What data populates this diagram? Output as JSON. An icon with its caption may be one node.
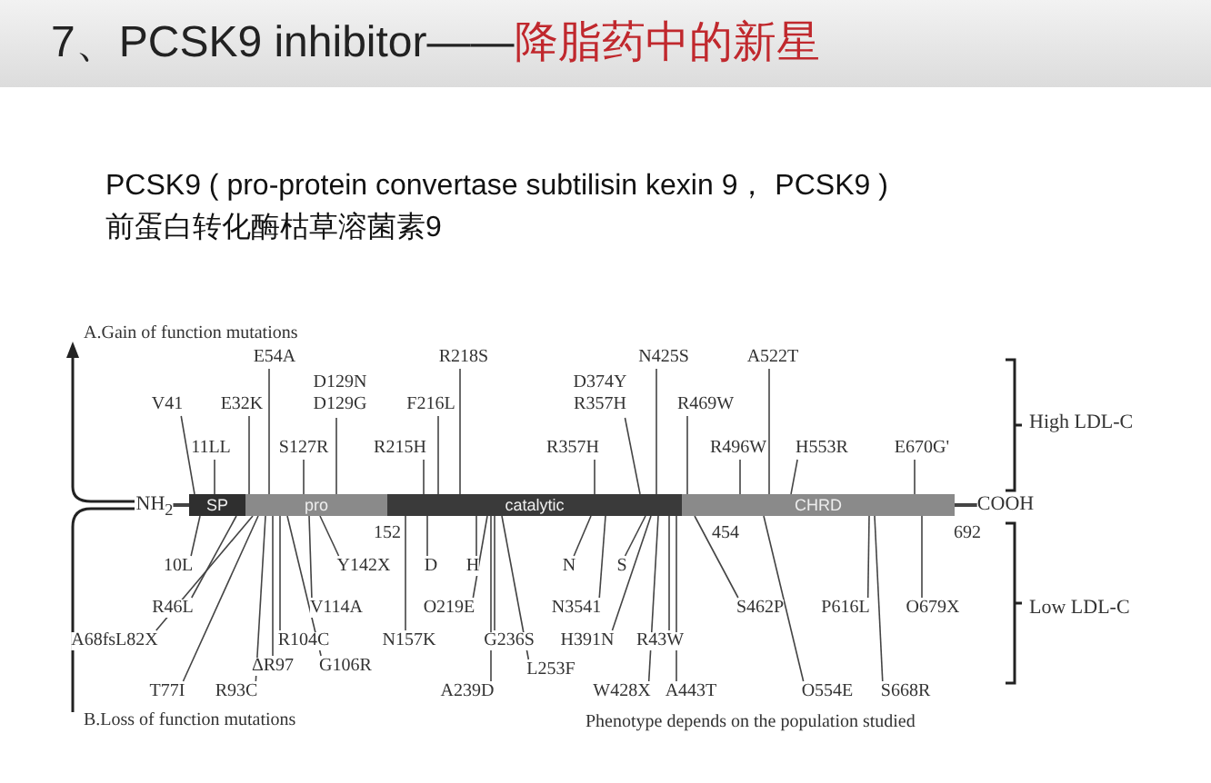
{
  "diagram": {
    "title": "7、PCSK9 inhibitor——",
    "nodes": [
      {
        "text": [
          "V41"
        ]
      },
      {
        "text": [
          "E54A"
        ]
      },
      {
        "text": [
          "D129N",
          "D129G"
        ]
      },
      {
        "text": [
          "R218S"
        ]
      },
      {
        "text": [
          "N425S"
        ]
      },
      {
        "text": [
          "A522T"
        ]
      },
      {
        "text": [
          "E32K"
        ]
      },
      {
        "text": [
          "F216L"
        ]
      },
      {
        "text": [
          "D374Y",
          "R357H"
        ]
      },
      {
        "text": [
          "R469W"
        ]
      },
      {
        "text": [
          "11LL"
        ]
      },
      {
        "text": [
          "S127R"
        ]
      },
      {
        "text": [
          "R215H"
        ]
      },
      {
        "text": [
          "R357H"
        ]
      },
      {
        "text": [
          "R496W"
        ]
      },
      {
        "text": [
          "H553R"
        ]
      },
      {
        "text": [
          "E670G'"
        ]
      },
      {
        "text": [
          "NH$_{2}$"
        ]
      },
      {
        "text": [
          "SP"
        ]
      },
      {
        "text": [
          "pro"
        ]
      },
      {
        "text": [
          "catalytic"
        ]
      },
      {
        "text": [
          "CHRD"
        ]
      },
      {
        "text": [
          "COOH"
        ]
      },
      {
        "text": [
          "10L"
        ]
      },
      {
        "text": [
          "Y142X"
        ]
      },
      {
        "text": [
          "D"
        ]
      },
      {
        "text": [
          "H"
        ]
      },
      {
        "text": [
          "N"
        ]
      },
      {
        "text": [
          "S"
        ]
      },
      {
        "text": [
          "R46L"
        ]
      },
      {
        "text": [
          "V114A"
        ]
      },
      {
        "text": [
          "O219E"
        ]
      },
      {
        "text": [
          "N3541"
        ]
      },
      {
        "text": [
          "S462P"
        ]
      },
      {
        "text": [
          "P616L"
        ]
      },
      {
        "text": [
          "O679X"
        ]
      },
      {
        "text": [
          "A68fsL82X"
        ]
      },
      {
        "text": [
          "R104C"
        ]
      },
      {
        "text": [
          "N157K"
        ]
      },
      {
        "text": [
          "G236S"
        ]
      },
      {
        "text": [
          "H391N"
        ]
      },
      {
        "text": [
          "R43W"
        ]
      },
      {
        "text": [
          "ΔR97"
        ]
      },
      {
        "text": [
          "G106R"
        ]
      },
      {
        "text": [
          "L253F"
        ]
      },
      {
        "text": [
          "T77I"
        ]
      },
      {
        "text": [
          "R93C"
        ]
      },
      {
        "text": [
          "A239D"
        ]
      },
      {
        "text": [
          "W428X"
        ]
      },
      {
        "text": [
          "A443T"
        ]
      },
      {
        "text": [
          "O554E"
        ]
      },
      {
        "text": [
          "S668R"
        ]
      }
    ],
    "edges": [
      {
        "from": 17,
        "to": 18,
        "arrow": "none"
      },
      {
        "from": 21,
        "to": 22,
        "arrow": "none"
      },
      {
        "from": 0,
        "to": 18,
        "arrow": "none"
      },
      {
        "from": 1,
        "to": 19,
        "arrow": "none"
      },
      {
        "from": 2,
        "to": 19,
        "arrow": "none"
      },
      {
        "from": 3,
        "to": 20,
        "arrow": "none"
      },
      {
        "from": 4,
        "to": 20,
        "arrow": "none"
      },
      {
        "from": 5,
        "to": 21,
        "arrow": "none"
      },
      {
        "from": 6,
        "to": 19,
        "arrow": "none"
      },
      {
        "from": 7,
        "to": 20,
        "arrow": "none"
      },
      {
        "from": 8,
        "to": 20,
        "arrow": "none"
      },
      {
        "from": 9,
        "to": 21,
        "arrow": "none"
      },
      {
        "from": 10,
        "to": 18,
        "arrow": "none"
      },
      {
        "from": 11,
        "to": 19,
        "arrow": "none"
      },
      {
        "from": 12,
        "to": 20,
        "arrow": "none"
      },
      {
        "from": 13,
        "to": 20,
        "arrow": "none"
      },
      {
        "from": 14,
        "to": 21,
        "arrow": "none"
      },
      {
        "from": 15,
        "to": 21,
        "arrow": "none"
      },
      {
        "from": 16,
        "to": 21,
        "arrow": "none"
      },
      {
        "from": 23,
        "to": 18,
        "arrow": "none"
      },
      {
        "from": 24,
        "to": 19,
        "arrow": "none"
      },
      {
        "from": 25,
        "to": 20,
        "arrow": "none"
      },
      {
        "from": 26,
        "to": 20,
        "arrow": "none"
      },
      {
        "from": 27,
        "to": 20,
        "arrow": "none"
      },
      {
        "from": 28,
        "to": 20,
        "arrow": "none"
      },
      {
        "from": 29,
        "to": 18,
        "arrow": "none"
      },
      {
        "from": 30,
        "to": 19,
        "arrow": "none"
      },
      {
        "from": 31,
        "to": 20,
        "arrow": "none"
      },
      {
        "from": 32,
        "to": 20,
        "arrow": "none"
      },
      {
        "from": 33,
        "to": 21,
        "arrow": "none"
      },
      {
        "from": 34,
        "to": 21,
        "arrow": "none"
      },
      {
        "from": 35,
        "to": 21,
        "arrow": "none"
      },
      {
        "from": 36,
        "to": 19,
        "arrow": "none"
      },
      {
        "from": 37,
        "to": 19,
        "arrow": "none"
      },
      {
        "from": 38,
        "to": 20,
        "arrow": "none"
      },
      {
        "from": 39,
        "to": 20,
        "arrow": "none"
      },
      {
        "from": 40,
        "to": 20,
        "arrow": "none"
      },
      {
        "from": 41,
        "to": 20,
        "arrow": "none"
      },
      {
        "from": 42,
        "to": 19,
        "arrow": "none"
      },
      {
        "from": 43,
        "to": 19,
        "arrow": "none"
      },
      {
        "from": 44,
        "to": 20,
        "arrow": "none"
      },
      {
        "from": 45,
        "to": 19,
        "arrow": "none"
      },
      {
        "from": 46,
        "to": 19,
        "arrow": "none"
      },
      {
        "from": 47,
        "to": 20,
        "arrow": "none"
      },
      {
        "from": 48,
        "to": 20,
        "arrow": "none"
      },
      {
        "from": 49,
        "to": 20,
        "arrow": "none"
      },
      {
        "from": 50,
        "to": 21,
        "arrow": "none"
      },
      {
        "from": 51,
        "to": 21,
        "arrow": "none"
      }
    ],
    "labels": [
      "降脂药中的新星",
      "PCSK9 ( pro-protein convertase subtilisin kexin 9， PCSK9 )",
      "前蛋白转化酶枯草溶菌素9",
      "A.Gain of function mutations",
      "High LDL-C",
      "152",
      "454",
      "692",
      "Low LDL-C",
      "B.Loss of function mutations",
      "Phenotype depends on the population studied"
    ]
  }
}
